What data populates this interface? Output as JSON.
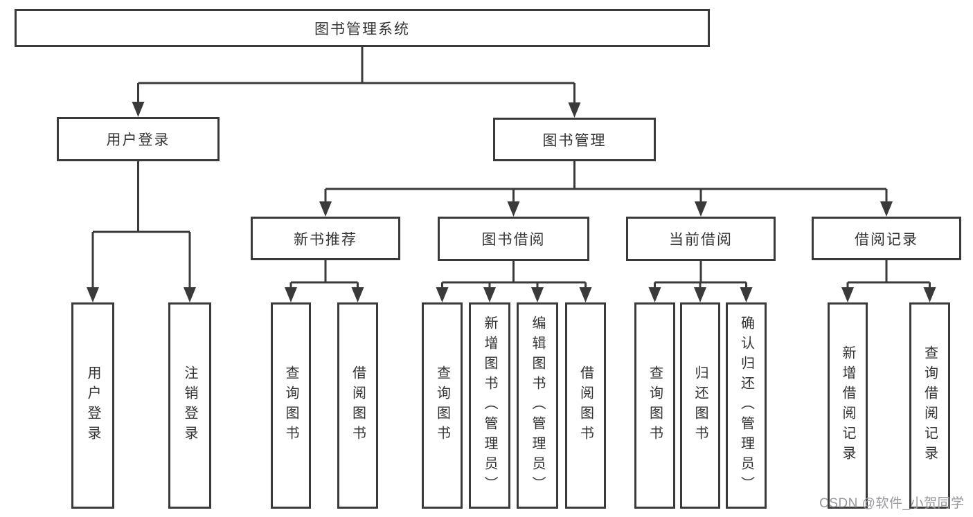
{
  "diagram": {
    "root": {
      "label": "图书管理系统"
    },
    "branches": [
      {
        "label": "用户登录",
        "children": [
          {
            "label": "用户登录"
          },
          {
            "label": "注销登录"
          }
        ]
      },
      {
        "label": "图书管理",
        "children": [
          {
            "label": "新书推荐",
            "children": [
              {
                "label": "查询图书"
              },
              {
                "label": "借阅图书"
              }
            ]
          },
          {
            "label": "图书借阅",
            "children": [
              {
                "label": "查询图书"
              },
              {
                "label": "新增图书（管理员）"
              },
              {
                "label": "编辑图书（管理员）"
              },
              {
                "label": "借阅图书"
              }
            ]
          },
          {
            "label": "当前借阅",
            "children": [
              {
                "label": "查询图书"
              },
              {
                "label": "归还图书"
              },
              {
                "label": "确认归还（管理员）"
              }
            ]
          },
          {
            "label": "借阅记录",
            "children": [
              {
                "label": "新增借阅记录"
              },
              {
                "label": "查询借阅记录"
              }
            ]
          }
        ]
      }
    ],
    "watermark": "CSDN @软件_小贺同学",
    "colors": {
      "ink": "#3a3a3a",
      "background": "#ffffff",
      "watermark": "#98989d"
    }
  }
}
